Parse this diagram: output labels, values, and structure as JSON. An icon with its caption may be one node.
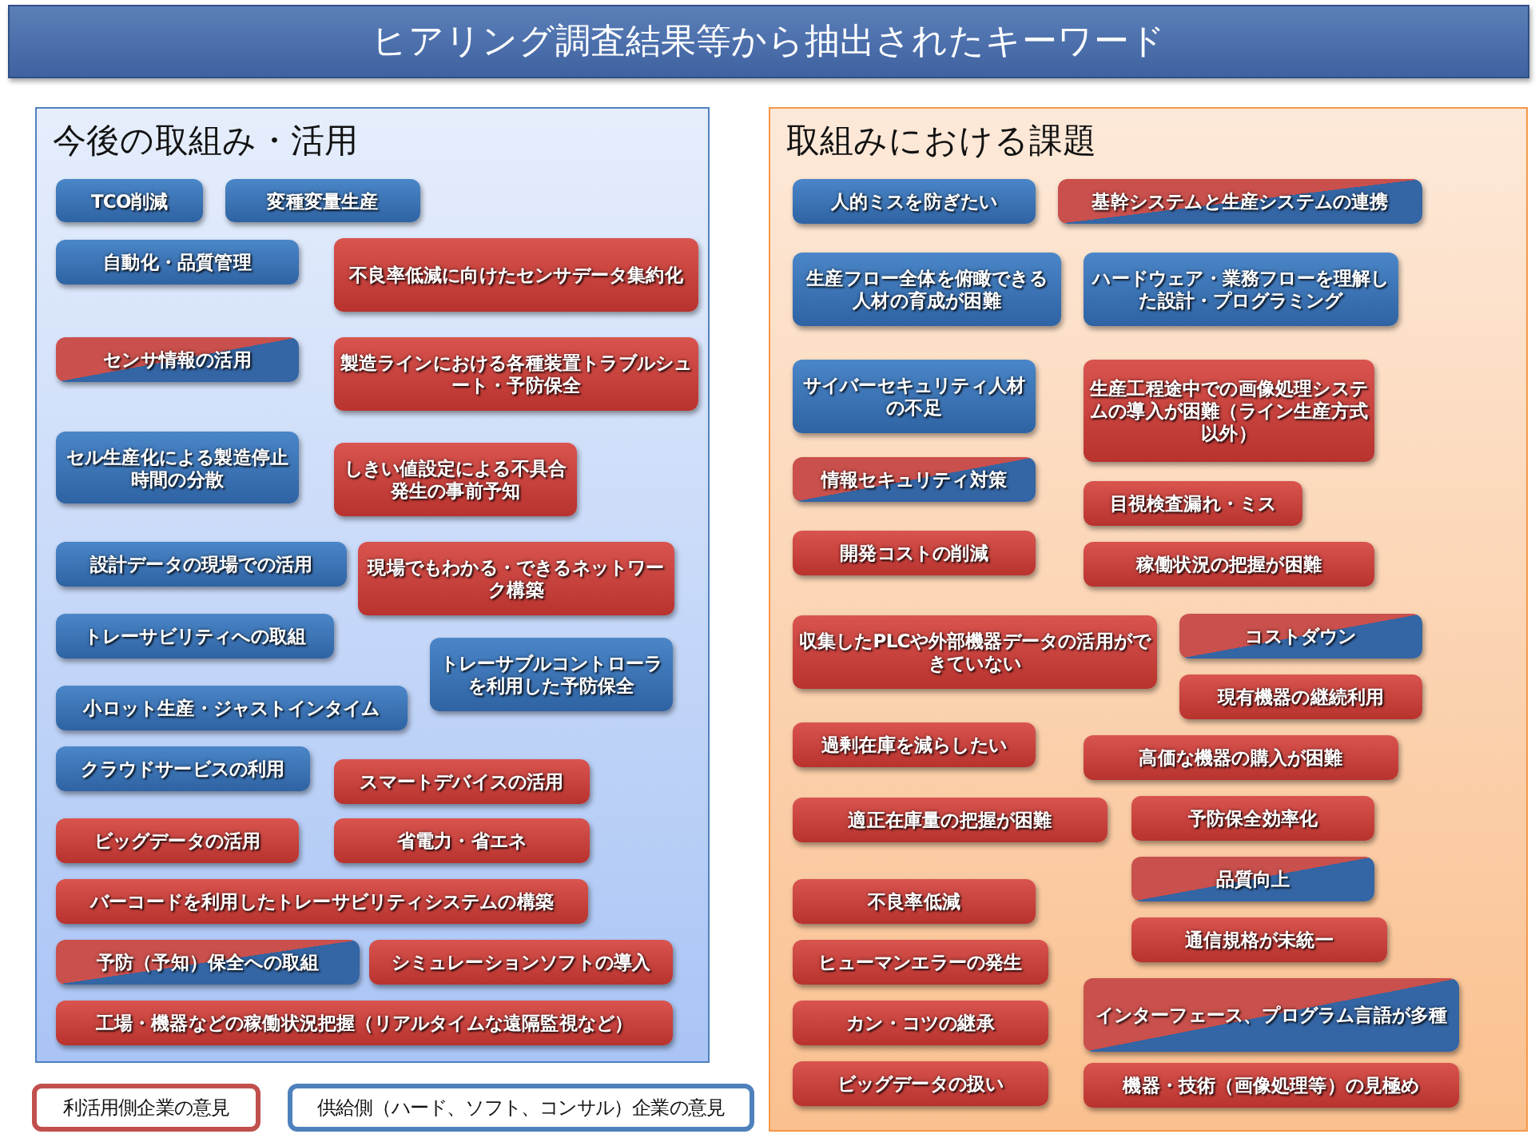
{
  "diagram": {
    "title": "ヒアリング調査結果等から抽出されたキーワード",
    "nodes": [
      {
        "text": [
          "今後の取組み・活用"
        ]
      },
      {
        "text": [
          "TCO削減"
        ],
        "in": 0
      },
      {
        "text": [
          "変種変量生産"
        ],
        "in": 0
      },
      {
        "text": [
          "自動化・品質管理"
        ],
        "in": 0
      },
      {
        "text": [
          "不良率低減に向けたセンサデータ集約化"
        ],
        "in": 0
      },
      {
        "text": [
          "センサ情報の活用"
        ],
        "in": 0
      },
      {
        "text": [
          "製造ラインにおける各種装置トラブルシュート・予防保全"
        ],
        "in": 0
      },
      {
        "text": [
          "セル生産化による製造停止時間の分散"
        ],
        "in": 0
      },
      {
        "text": [
          "しきい値設定による不具合発生の事前予知"
        ],
        "in": 0
      },
      {
        "text": [
          "設計データの現場での活用"
        ],
        "in": 0
      },
      {
        "text": [
          "現場でもわかる・できるネットワーク構築"
        ],
        "in": 0
      },
      {
        "text": [
          "トレーサビリティへの取組"
        ],
        "in": 0
      },
      {
        "text": [
          "トレーサブルコントローラを利用した予防保全"
        ],
        "in": 0
      },
      {
        "text": [
          "小ロット生産・ジャストインタイム"
        ],
        "in": 0
      },
      {
        "text": [
          "クラウドサービスの利用"
        ],
        "in": 0
      },
      {
        "text": [
          "スマートデバイスの活用"
        ],
        "in": 0
      },
      {
        "text": [
          "ビッグデータの活用"
        ],
        "in": 0
      },
      {
        "text": [
          "省電力・省エネ"
        ],
        "in": 0
      },
      {
        "text": [
          "バーコードを利用したトレーサビリティシステムの構築"
        ],
        "in": 0
      },
      {
        "text": [
          "予防（予知）保全への取組"
        ],
        "in": 0
      },
      {
        "text": [
          "シミュレーションソフトの導入"
        ],
        "in": 0
      },
      {
        "text": [
          "工場・機器などの稼働状況把握（リアルタイムな遠隔監視など）"
        ],
        "in": 0
      },
      {
        "text": [
          "取組みにおける課題"
        ]
      },
      {
        "text": [
          "人的ミスを防ぎたい"
        ],
        "in": 22
      },
      {
        "text": [
          "基幹システムと生産システムの連携"
        ],
        "in": 22
      },
      {
        "text": [
          "生産フロー全体を俯瞰できる人材の育成が困難"
        ],
        "in": 22
      },
      {
        "text": [
          "ハードウェア・業務フローを理解した設計・プログラミング"
        ],
        "in": 22
      },
      {
        "text": [
          "サイバーセキュリティ人材の不足"
        ],
        "in": 22
      },
      {
        "text": [
          "生産工程途中での画像処理システムの導入が困難（ライン生産方式以外）"
        ],
        "in": 22
      },
      {
        "text": [
          "情報セキュリティ対策"
        ],
        "in": 22
      },
      {
        "text": [
          "目視検査漏れ・ミス"
        ],
        "in": 22
      },
      {
        "text": [
          "開発コストの削減"
        ],
        "in": 22
      },
      {
        "text": [
          "稼働状況の把握が困難"
        ],
        "in": 22
      },
      {
        "text": [
          "収集したPLCや外部機器データの活用ができていない"
        ],
        "in": 22
      },
      {
        "text": [
          "コストダウン"
        ],
        "in": 22
      },
      {
        "text": [
          "現有機器の継続利用"
        ],
        "in": 22
      },
      {
        "text": [
          "過剰在庫を減らしたい"
        ],
        "in": 22
      },
      {
        "text": [
          "高価な機器の購入が困難"
        ],
        "in": 22
      },
      {
        "text": [
          "適正在庫量の把握が困難"
        ],
        "in": 22
      },
      {
        "text": [
          "予防保全効率化"
        ],
        "in": 22
      },
      {
        "text": [
          "不良率低減"
        ],
        "in": 22
      },
      {
        "text": [
          "品質向上"
        ],
        "in": 22
      },
      {
        "text": [
          "通信規格が未統一"
        ],
        "in": 22
      },
      {
        "text": [
          "ヒューマンエラーの発生"
        ],
        "in": 22
      },
      {
        "text": [
          "インターフェース、プログラム言語が多種"
        ],
        "in": 22
      },
      {
        "text": [
          "カン・コツの継承"
        ],
        "in": 22
      },
      {
        "text": [
          "ビッグデータの扱い"
        ],
        "in": 22
      },
      {
        "text": [
          "機器・技術（画像処理等）の見極め"
        ],
        "in": 22
      }
    ],
    "legend": [
      {
        "text": "利活用側企業の意見",
        "color": "#c0504d"
      },
      {
        "text": "供給側（ハード、ソフト、コンサル）企業の意見",
        "color": "#4f81bd"
      }
    ]
  }
}
